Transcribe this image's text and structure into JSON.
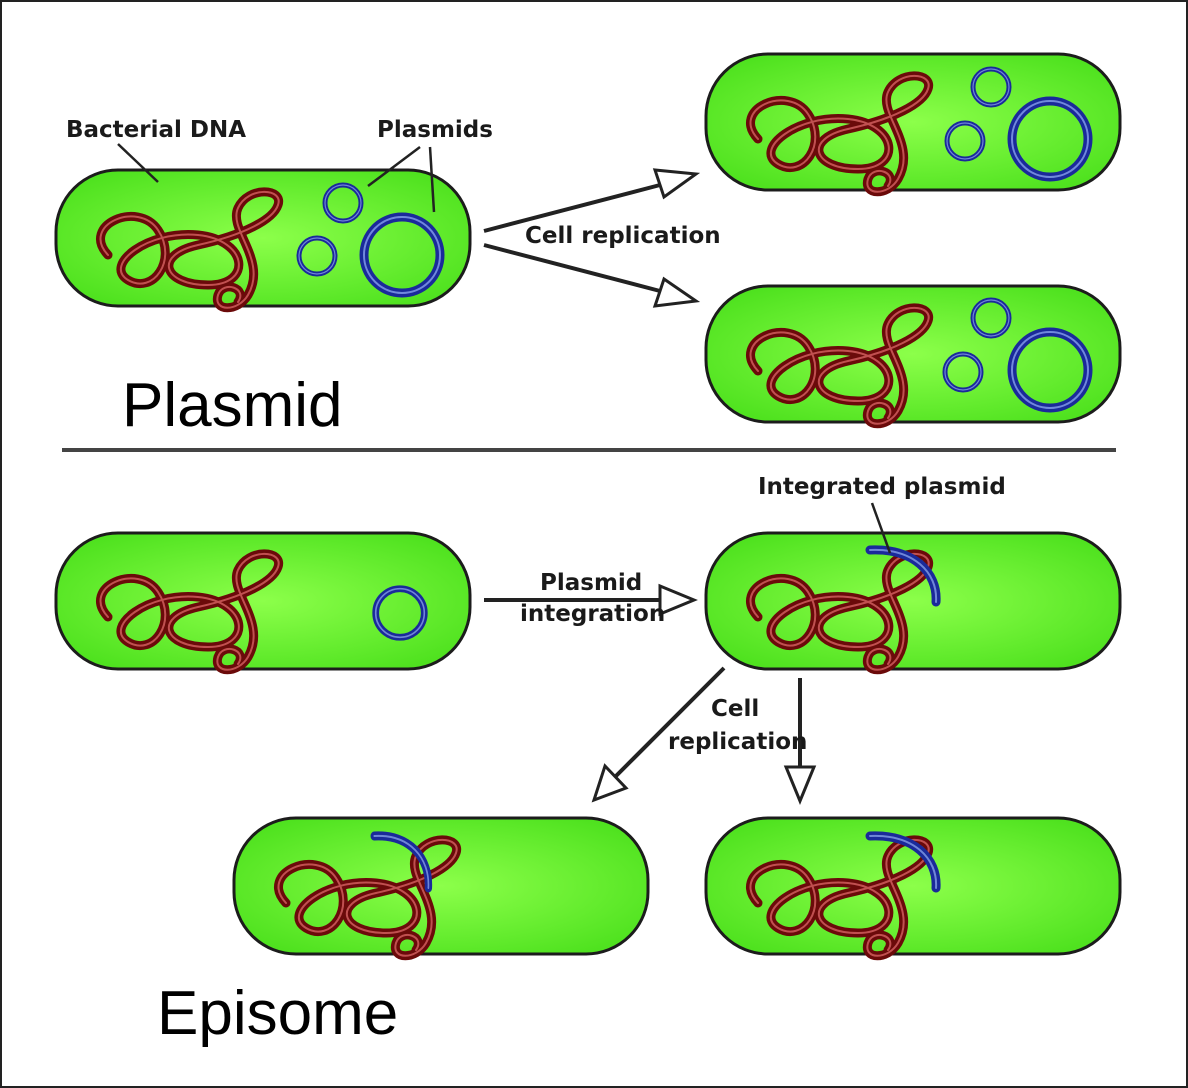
{
  "sections": {
    "top_title": "Plasmid",
    "bottom_title": "Episome"
  },
  "labels": {
    "bacterial_dna": "Bacterial DNA",
    "plasmids": "Plasmids",
    "cell_replication_top": "Cell replication",
    "plasmid_integration_line1": "Plasmid",
    "plasmid_integration_line2": "integration",
    "integrated_plasmid": "Integrated plasmid",
    "cell_replication_bottom_line1": "Cell",
    "cell_replication_bottom_line2": "replication"
  },
  "colors": {
    "cell_fill_edge": "#4fe21f",
    "cell_fill_center": "#8cff4a",
    "cell_outline": "#1c1c1c",
    "dna": "#6b0a0a",
    "plasmid": "#1a2a9a",
    "divider": "#444444"
  }
}
